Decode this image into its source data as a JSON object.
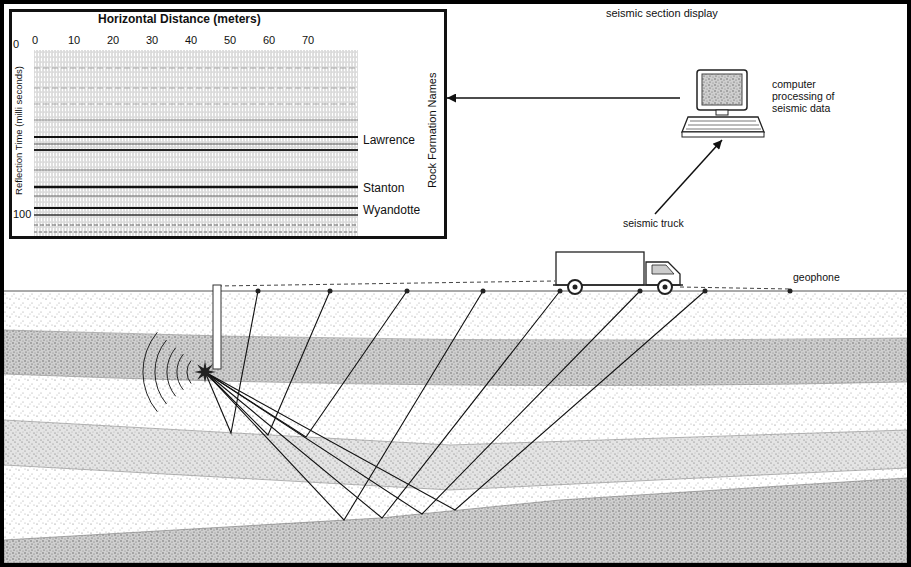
{
  "diagram": {
    "nodes": [
      {
        "text": [
          "Horizontal Distance (meters)",
          "Reflection Time (milli seconds)",
          "Rock Formation Names",
          "Lawrence",
          "Stanton",
          "Wyandotte"
        ]
      },
      {
        "text": [
          "computer processing of seismic data"
        ]
      },
      {
        "text": [
          "seismic truck"
        ]
      }
    ],
    "edges": [
      {
        "from": 2,
        "to": 1,
        "arrow": "to"
      },
      {
        "from": 1,
        "to": 0,
        "arrow": "to"
      }
    ],
    "labels": [
      "0",
      "0",
      "10",
      "20",
      "30",
      "40",
      "50",
      "60",
      "70",
      "100",
      "seismic section display",
      "geophone"
    ]
  }
}
